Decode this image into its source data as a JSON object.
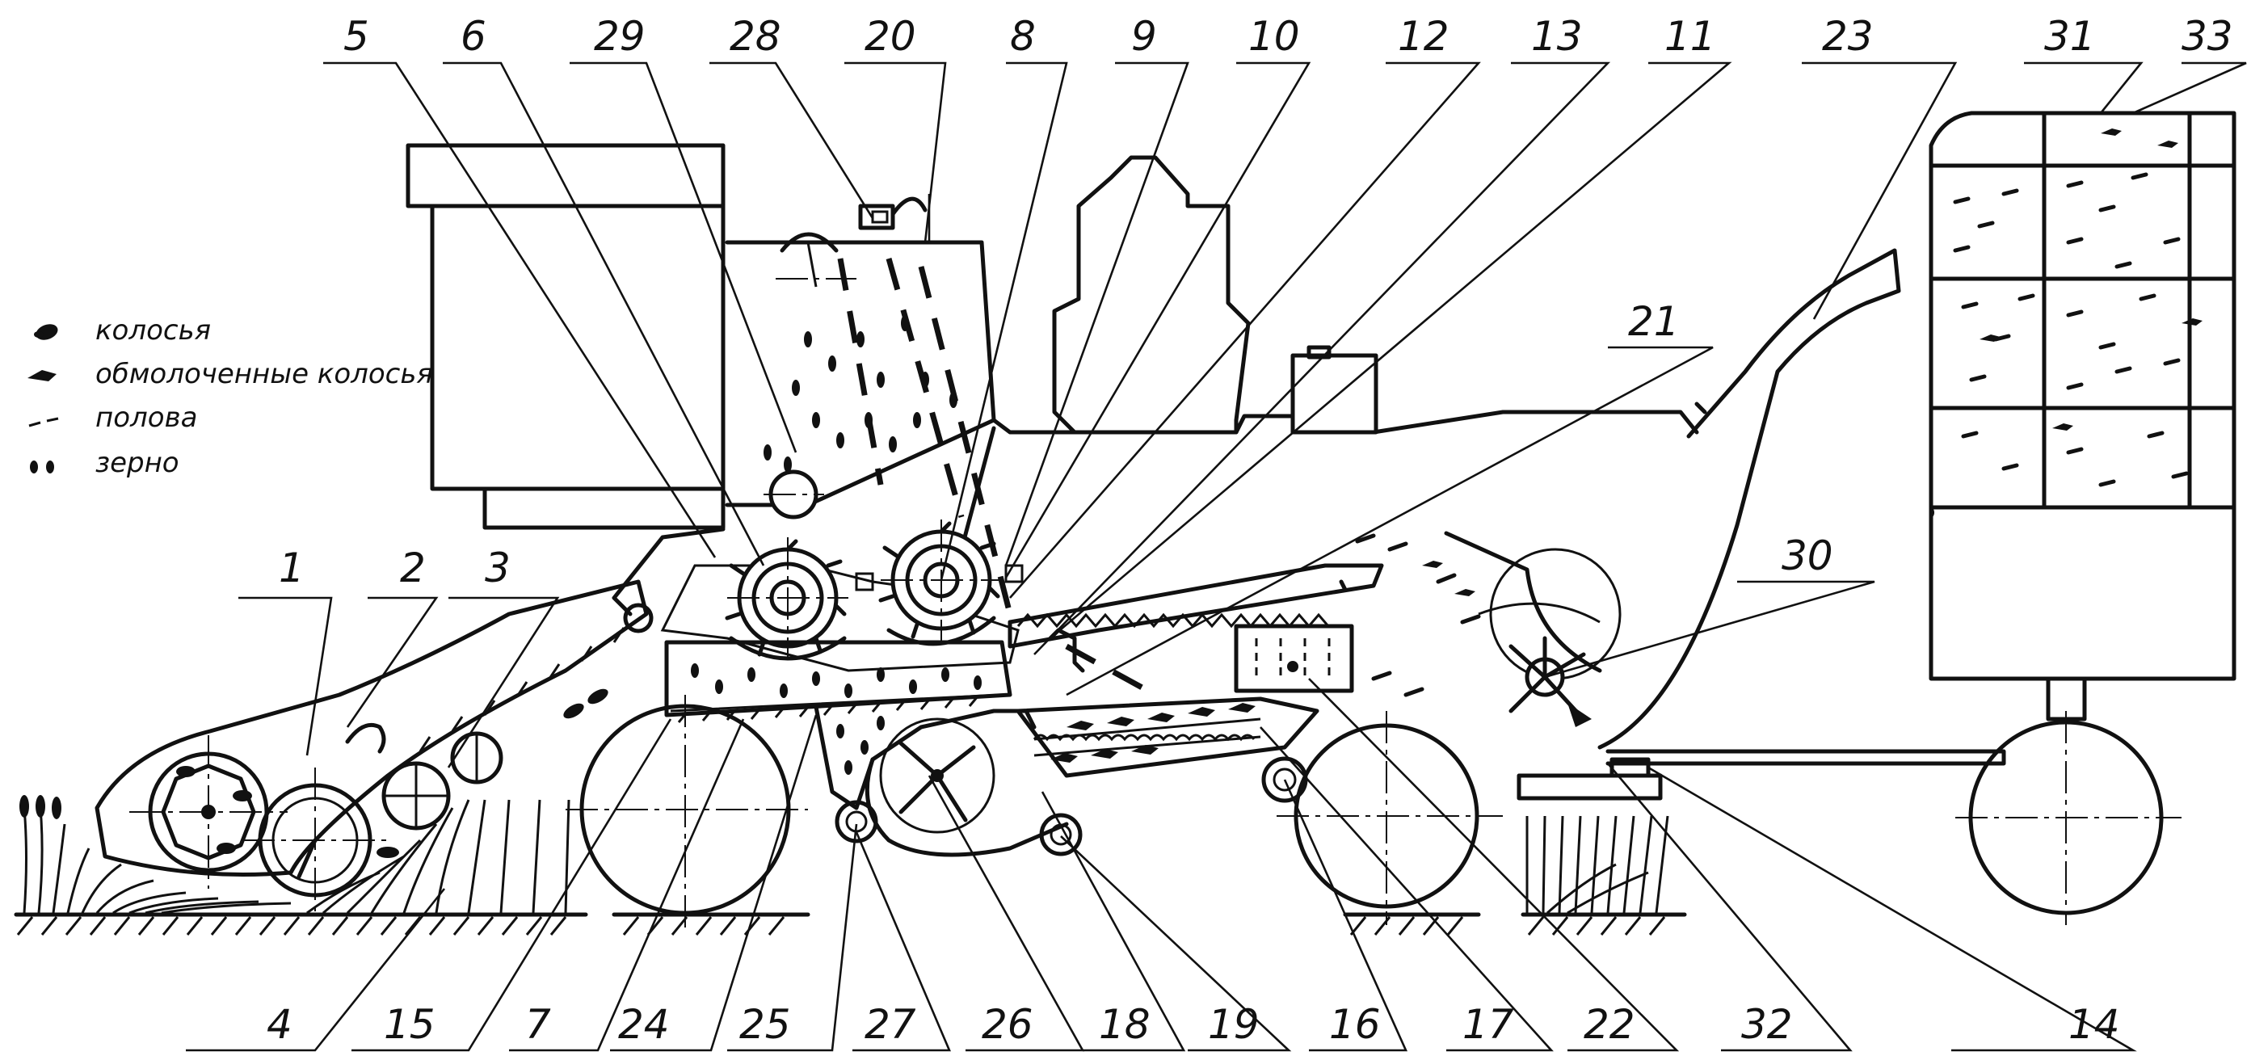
{
  "legend": [
    {
      "symbol": "ear",
      "label": "колосья"
    },
    {
      "symbol": "threshed-ear",
      "label": "обмолоченные колосья"
    },
    {
      "symbol": "chaff",
      "label": "полова"
    },
    {
      "symbol": "grain",
      "label": "зерно"
    }
  ],
  "labels": {
    "top": [
      "5",
      "6",
      "29",
      "28",
      "20",
      "8",
      "9",
      "10",
      "12",
      "13",
      "11",
      "23",
      "31",
      "33"
    ],
    "left": [
      "1",
      "2",
      "3"
    ],
    "right": [
      "21",
      "30"
    ],
    "bottom": [
      "4",
      "15",
      "7",
      "24",
      "25",
      "27",
      "26",
      "18",
      "19",
      "16",
      "17",
      "22",
      "32",
      "14"
    ]
  }
}
